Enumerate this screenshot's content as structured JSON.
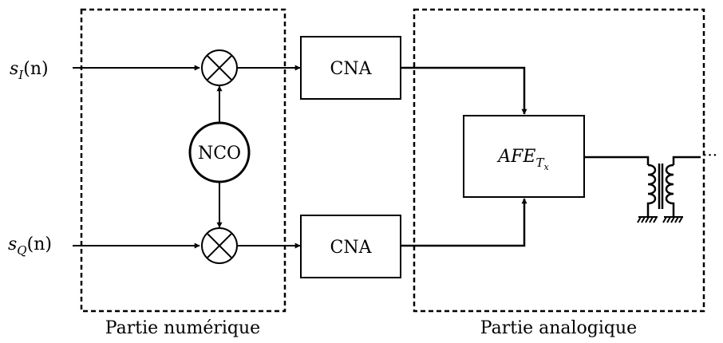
{
  "inputs": {
    "in_i": "s",
    "in_i_sub": "I",
    "in_i_arg": "(n)",
    "in_q": "s",
    "in_q_sub": "Q",
    "in_q_arg": "(n)"
  },
  "blocks": {
    "nco": "NCO",
    "dac_top": "CNA",
    "dac_bottom": "CNA",
    "afe": "AFE",
    "afe_sub": "T",
    "afe_sub_sub": "x"
  },
  "regions": {
    "digital": "Partie numérique",
    "analog": "Partie analogique"
  },
  "output_ellipsis": "···"
}
